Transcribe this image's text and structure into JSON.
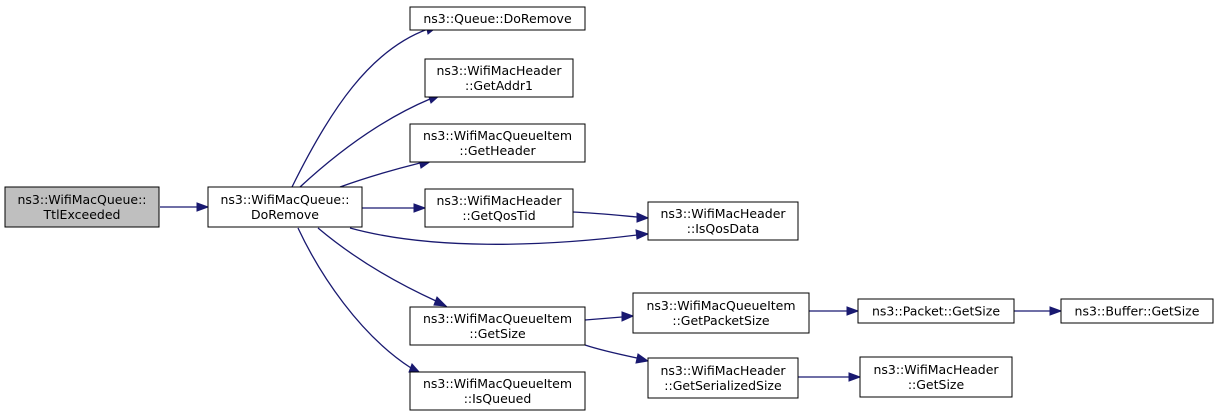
{
  "colors": {
    "edge": "#191970",
    "root_fill": "#bfbfbf",
    "node_fill": "#ffffff",
    "border": "#000000"
  },
  "nodes": [
    {
      "id": "ttl",
      "lines": [
        "ns3::WifiMacQueue::",
        "TtlExceeded"
      ],
      "root": true
    },
    {
      "id": "doremove",
      "lines": [
        "ns3::WifiMacQueue::",
        "DoRemove"
      ]
    },
    {
      "id": "qdoremove",
      "lines": [
        "ns3::Queue::DoRemove"
      ]
    },
    {
      "id": "getaddr1",
      "lines": [
        "ns3::WifiMacHeader",
        "::GetAddr1"
      ]
    },
    {
      "id": "getheader",
      "lines": [
        "ns3::WifiMacQueueItem",
        "::GetHeader"
      ]
    },
    {
      "id": "getqostid",
      "lines": [
        "ns3::WifiMacHeader",
        "::GetQosTid"
      ]
    },
    {
      "id": "isqosdata",
      "lines": [
        "ns3::WifiMacHeader",
        "::IsQosData"
      ]
    },
    {
      "id": "getsize",
      "lines": [
        "ns3::WifiMacQueueItem",
        "::GetSize"
      ]
    },
    {
      "id": "isqueued",
      "lines": [
        "ns3::WifiMacQueueItem",
        "::IsQueued"
      ]
    },
    {
      "id": "getpktsize",
      "lines": [
        "ns3::WifiMacQueueItem",
        "::GetPacketSize"
      ]
    },
    {
      "id": "getsersize",
      "lines": [
        "ns3::WifiMacHeader",
        "::GetSerializedSize"
      ]
    },
    {
      "id": "pktgetsize",
      "lines": [
        "ns3::Packet::GetSize"
      ]
    },
    {
      "id": "hdrgetsize",
      "lines": [
        "ns3::WifiMacHeader",
        "::GetSize"
      ]
    },
    {
      "id": "bufgetsize",
      "lines": [
        "ns3::Buffer::GetSize"
      ]
    }
  ],
  "edges": [
    [
      "ttl",
      "doremove"
    ],
    [
      "doremove",
      "qdoremove"
    ],
    [
      "doremove",
      "getaddr1"
    ],
    [
      "doremove",
      "getheader"
    ],
    [
      "doremove",
      "getqostid"
    ],
    [
      "doremove",
      "isqosdata"
    ],
    [
      "doremove",
      "getsize"
    ],
    [
      "doremove",
      "isqueued"
    ],
    [
      "getqostid",
      "isqosdata"
    ],
    [
      "getsize",
      "getpktsize"
    ],
    [
      "getsize",
      "getsersize"
    ],
    [
      "getpktsize",
      "pktgetsize"
    ],
    [
      "getsersize",
      "hdrgetsize"
    ],
    [
      "pktgetsize",
      "bufgetsize"
    ]
  ]
}
